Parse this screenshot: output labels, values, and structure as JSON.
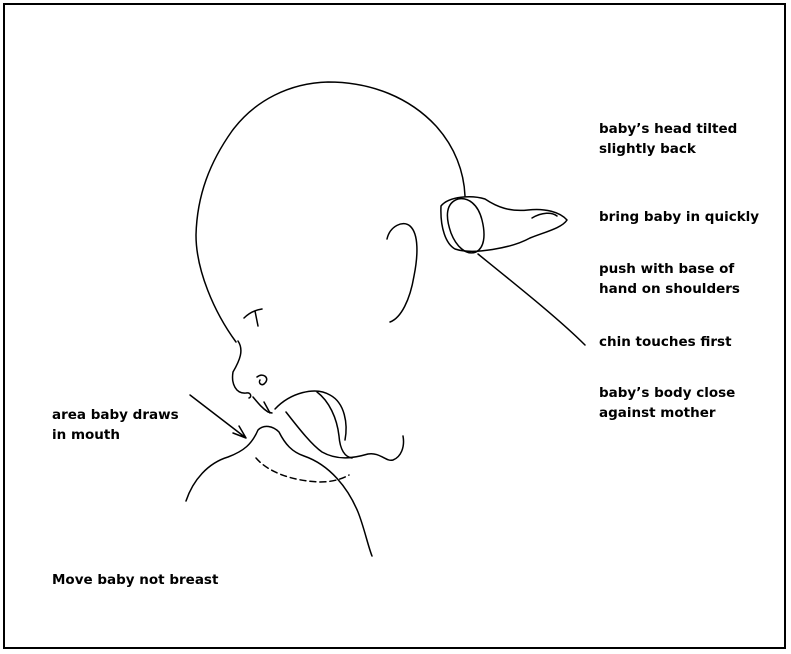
{
  "labels": {
    "head_tilted": "baby’s head tilted\nslightly back",
    "bring_in": "bring baby in quickly",
    "push_base": "push with base of\nhand on shoulders",
    "chin_first": "chin touches first",
    "body_close": "baby’s body close\nagainst mother",
    "area_draws": "area baby draws\nin mouth",
    "move_baby": "Move baby not breast"
  },
  "colors": {
    "ink": "#000000",
    "background": "#ffffff"
  }
}
